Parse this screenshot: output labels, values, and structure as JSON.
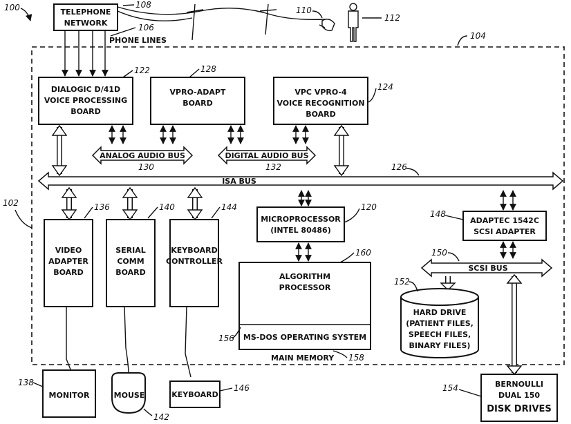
{
  "refs": {
    "r100": "100",
    "r102": "102",
    "r104": "104",
    "r106": "106",
    "r108": "108",
    "r110": "110",
    "r112": "112",
    "r120": "120",
    "r122": "122",
    "r124": "124",
    "r126": "126",
    "r128": "128",
    "r130": "130",
    "r132": "132",
    "r136": "136",
    "r138": "138",
    "r140": "140",
    "r142": "142",
    "r144": "144",
    "r146": "146",
    "r148": "148",
    "r150": "150",
    "r152": "152",
    "r154": "154",
    "r156": "156",
    "r158": "158",
    "r160": "160"
  },
  "telephone_network": [
    "TELEPHONE",
    "NETWORK"
  ],
  "phone_lines": "PHONE LINES",
  "dialogic": [
    "DIALOGIC D/41D",
    "VOICE PROCESSING",
    "BOARD"
  ],
  "vpro_adapt": [
    "VPRO-ADAPT",
    "BOARD"
  ],
  "vpc": [
    "VPC VPRO-4",
    "VOICE RECOGNITION",
    "BOARD"
  ],
  "analog_bus": "ANALOG AUDIO BUS",
  "digital_bus": "DIGITAL AUDIO BUS",
  "isa_bus": "ISA BUS",
  "video": [
    "VIDEO",
    "ADAPTER",
    "BOARD"
  ],
  "serial": [
    "SERIAL",
    "COMM",
    "BOARD"
  ],
  "keyboard_ctrl": [
    "KEYBOARD",
    "CONTROLLER"
  ],
  "microprocessor": [
    "MICROPROCESSOR",
    "(INTEL 80486)"
  ],
  "algorithm": [
    "ALGORITHM",
    "PROCESSOR"
  ],
  "msdos": "MS-DOS OPERATING SYSTEM",
  "main_memory": "MAIN MEMORY",
  "adaptec": [
    "ADAPTEC 1542C",
    "SCSI ADAPTER"
  ],
  "scsi_bus": "SCSI BUS",
  "hard_drive": [
    "HARD DRIVE",
    "(PATIENT FILES,",
    "SPEECH FILES,",
    "BINARY FILES)"
  ],
  "bernoulli": [
    "BERNOULLI",
    "DUAL 150",
    "DISK DRIVES"
  ],
  "monitor": "MONITOR",
  "mouse": "MOUSE",
  "keyboard": "KEYBOARD"
}
